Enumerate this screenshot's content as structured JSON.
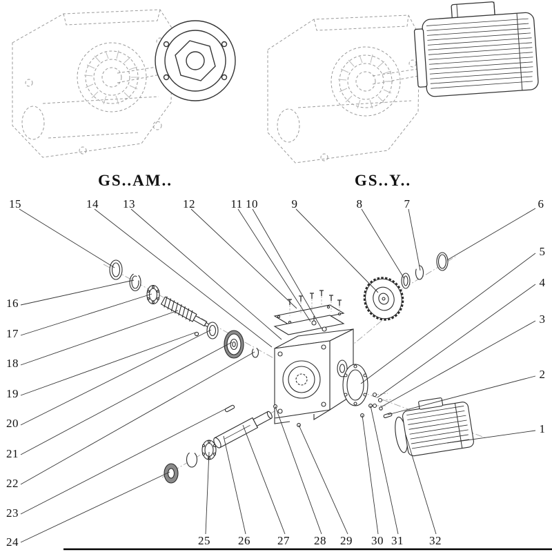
{
  "figures": {
    "left_label": "GS..AM..",
    "right_label": "GS..Y.."
  },
  "callouts": {
    "top": [
      "15",
      "14",
      "13",
      "12",
      "11",
      "10",
      "9",
      "8",
      "7",
      "6"
    ],
    "right": [
      "5",
      "4",
      "3",
      "2",
      "1"
    ],
    "left": [
      "16",
      "17",
      "18",
      "19",
      "20",
      "21",
      "22",
      "23",
      "24"
    ],
    "bottom": [
      "25",
      "26",
      "27",
      "28",
      "29",
      "30",
      "31",
      "32"
    ]
  }
}
